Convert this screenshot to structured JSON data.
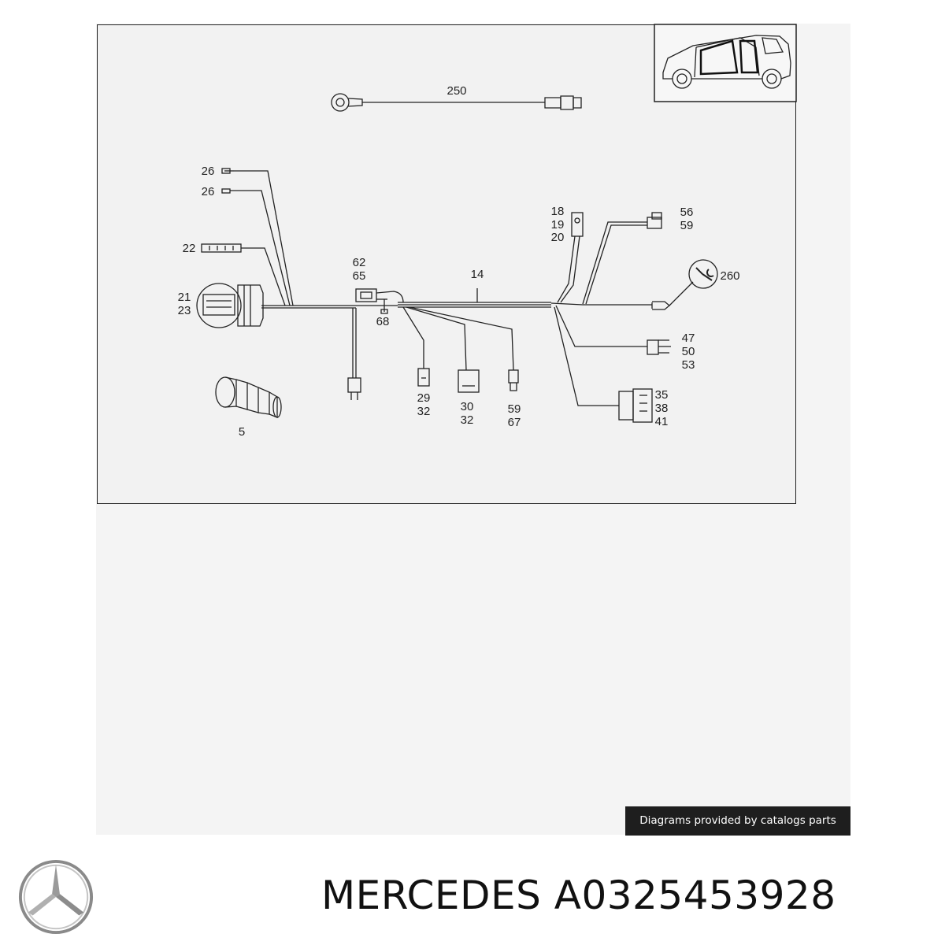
{
  "diagram": {
    "callouts": {
      "c250": "250",
      "c26a": "26",
      "c26b": "26",
      "c22": "22",
      "c21": "21",
      "c23": "23",
      "c62": "62",
      "c65": "65",
      "c68": "68",
      "c14": "14",
      "c18": "18",
      "c19": "19",
      "c20": "20",
      "c56": "56",
      "c59a": "59",
      "c260": "260",
      "c47": "47",
      "c50": "50",
      "c53": "53",
      "c35": "35",
      "c38": "38",
      "c41": "41",
      "c29": "29",
      "c32a": "32",
      "c30": "30",
      "c32b": "32",
      "c59b": "59",
      "c67": "67",
      "c5": "5"
    },
    "colors": {
      "line": "#222222",
      "paper": "#f2f2f2"
    }
  },
  "footer": {
    "credit": "Diagrams provided by catalogs parts",
    "brand": "MERCEDES",
    "part_number": "A0325453928",
    "logo_icon": "mercedes-star-icon"
  }
}
